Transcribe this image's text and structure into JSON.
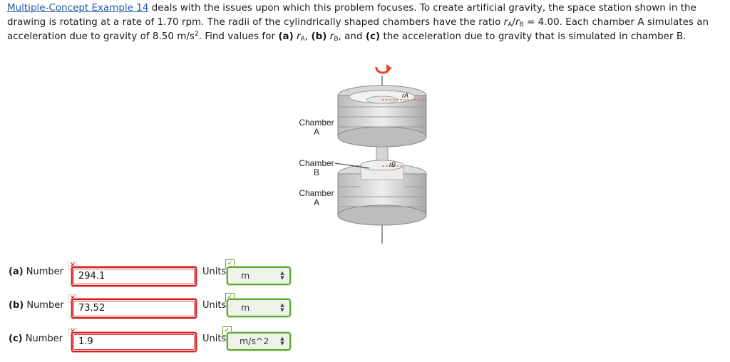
{
  "problem": {
    "link_text": "Multiple-Concept Example 14",
    "text_1": " deals with the issues upon which this problem focuses. To create artificial gravity, the space station shown in the drawing is rotating at a rate of 1.70 rpm. The radii of the cylindrically shaped chambers have the ratio ",
    "ratio_r": "r",
    "sub_A": "A",
    "slash": "/",
    "sub_B": "B",
    "text_2": " = 4.00. Each chamber A simulates an acceleration due to gravity of 8.50 m/s",
    "sup_2": "2",
    "text_3": ". Find values for ",
    "part_a": "(a)",
    "text_4": ", ",
    "part_b": "(b)",
    "text_5": ", and ",
    "part_c": "(c)",
    "text_6": " the acceleration due to gravity that is simulated in chamber B."
  },
  "figure": {
    "label_top_1": "Chamber",
    "label_top_2": "A",
    "label_mid_1": "Chamber",
    "label_mid_2": "B",
    "label_bot_1": "Chamber",
    "label_bot_2": "A",
    "rA": "rA",
    "rB": "rB",
    "rotation_arrow_color": "#e0452a",
    "rotation_icon": "rotation-arrow-icon"
  },
  "answers": [
    {
      "part": "(a)",
      "label": "Number",
      "value": "294.1",
      "status": "incorrect",
      "units_label": "Units",
      "unit": "m",
      "units_status": "correct"
    },
    {
      "part": "(b)",
      "label": "Number",
      "value": "73.52",
      "status": "incorrect",
      "units_label": "Units",
      "unit": "m",
      "units_status": "correct"
    },
    {
      "part": "(c)",
      "label": "Number",
      "value": "1.9",
      "status": "incorrect",
      "units_label": "Units",
      "unit": "m/s^2",
      "units_status": "correct"
    }
  ],
  "icons": {
    "incorrect": "✕",
    "correct": "✓",
    "arrows": "▲▼"
  },
  "colors": {
    "incorrect_border": "#d91e1e",
    "correct_border": "#5ea72d",
    "link": "#1c5aa6"
  }
}
